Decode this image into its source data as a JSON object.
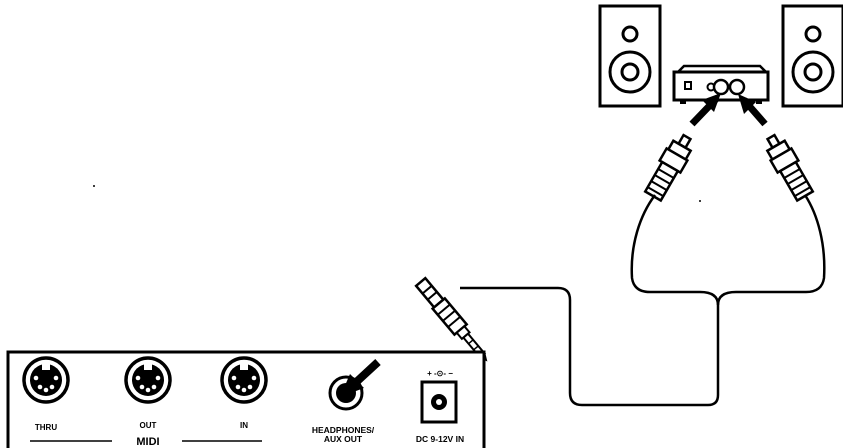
{
  "labels": {
    "thru": "THRU",
    "out": "OUT",
    "in": "IN",
    "midi": "MIDI",
    "headphones_line1": "HEADPHONES/",
    "headphones_line2": "AUX OUT",
    "dc_polarity": "+ -⊙- −",
    "dc_in": "DC 9-12V IN"
  }
}
